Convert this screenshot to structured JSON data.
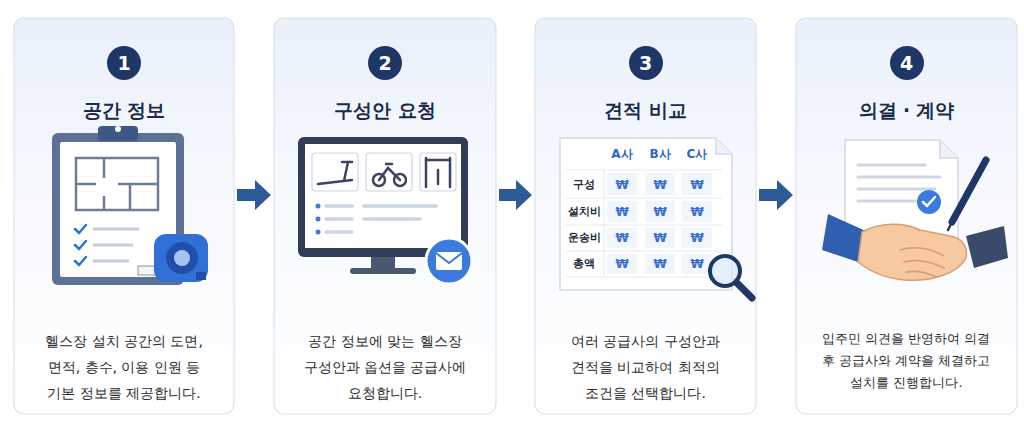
{
  "diagram": {
    "nodes": [
      {
        "text": [
          "공간 정보",
          "헬스장 설치 공간의 도면, 면적, 층수, 이용 인원 등 기본 정보를 제공합니다."
        ]
      },
      {
        "text": [
          "1"
        ],
        "in": 0
      },
      {
        "text": [
          "구성안 요청",
          "공간 정보에 맞는 헬스장 구성안과 옵션을 공급사에 요청합니다."
        ]
      },
      {
        "text": [
          "2"
        ],
        "in": 2
      },
      {
        "text": [
          "견적 비교",
          "여러 공급사의 구성안과 견적을 비교하여 최적의 조건을 선택합니다."
        ]
      },
      {
        "text": [
          "3"
        ],
        "in": 4
      },
      {
        "text": [
          "의결 · 계약",
          "입주민 의견을 반영하여 의결 후 공급사와 계약을 체결하고 설치를 진행합니다."
        ]
      },
      {
        "text": [
          "4"
        ],
        "in": 6
      }
    ],
    "edges": [
      {
        "from": 0,
        "to": 2,
        "arrow": "to"
      },
      {
        "from": 2,
        "to": 4,
        "arrow": "to"
      },
      {
        "from": 4,
        "to": 6,
        "arrow": "to"
      }
    ],
    "labels": [
      "A사",
      "B사",
      "C사",
      "구성",
      "₩",
      "₩",
      "₩",
      "설치비",
      "₩",
      "₩",
      "₩",
      "운송비",
      "₩",
      "₩",
      "₩",
      "총액",
      "₩",
      "₩",
      "₩"
    ]
  }
}
